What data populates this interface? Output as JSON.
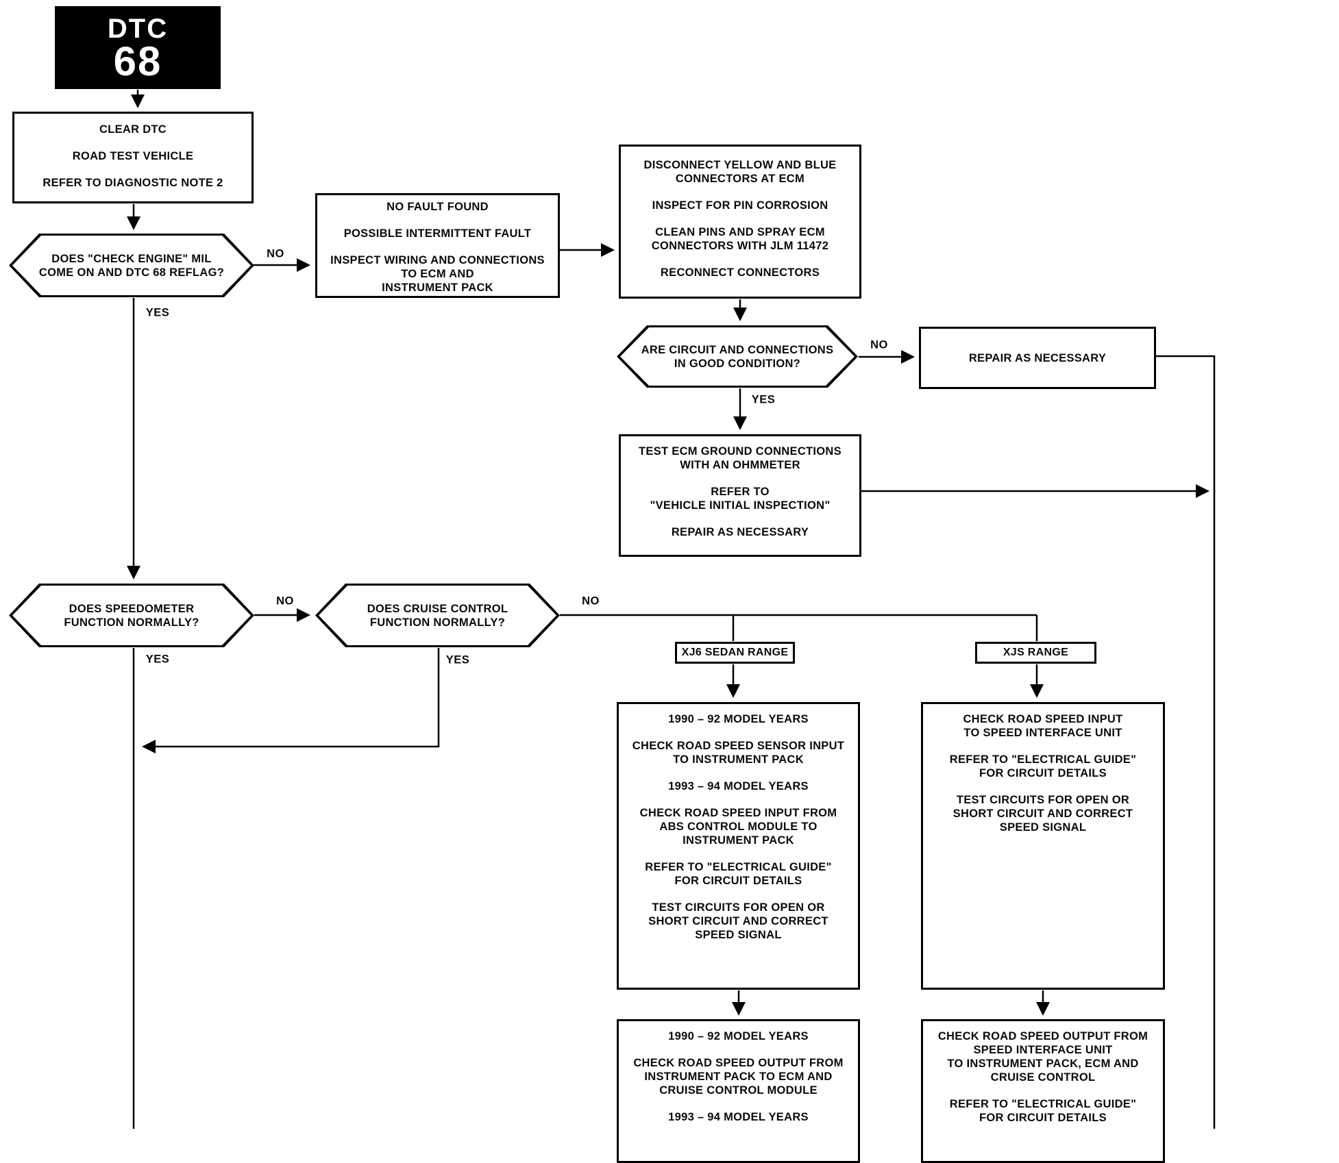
{
  "badge": {
    "code_label": "DTC",
    "code_number": "68"
  },
  "labels": {
    "yes": "YES",
    "no": "NO"
  },
  "nodes": {
    "clear_dtc": {
      "paragraphs": [
        [
          "CLEAR DTC"
        ],
        [
          "ROAD TEST VEHICLE"
        ],
        [
          "REFER TO DIAGNOSTIC NOTE 2"
        ]
      ]
    },
    "check_engine_decision": {
      "lines": [
        "DOES \"CHECK ENGINE\" MIL",
        "COME ON AND DTC 68 REFLAG?"
      ]
    },
    "no_fault": {
      "paragraphs": [
        [
          "NO FAULT FOUND"
        ],
        [
          "POSSIBLE INTERMITTENT FAULT"
        ],
        [
          "INSPECT WIRING AND CONNECTIONS",
          "TO ECM AND",
          "INSTRUMENT PACK"
        ]
      ]
    },
    "disconnect_connectors": {
      "paragraphs": [
        [
          "DISCONNECT YELLOW AND BLUE",
          "CONNECTORS AT ECM"
        ],
        [
          "INSPECT FOR PIN CORROSION"
        ],
        [
          "CLEAN PINS AND SPRAY ECM",
          "CONNECTORS WITH JLM 11472"
        ],
        [
          "RECONNECT CONNECTORS"
        ]
      ]
    },
    "circuit_condition_decision": {
      "lines": [
        "ARE CIRCUIT AND CONNECTIONS",
        "IN GOOD CONDITION?"
      ]
    },
    "repair_as_necessary": {
      "paragraphs": [
        [
          "REPAIR AS NECESSARY"
        ]
      ]
    },
    "test_ecm_ground": {
      "paragraphs": [
        [
          "TEST ECM GROUND CONNECTIONS",
          "WITH AN OHMMETER"
        ],
        [
          "REFER TO",
          "\"VEHICLE INITIAL INSPECTION\""
        ],
        [
          "REPAIR AS NECESSARY"
        ]
      ]
    },
    "speedometer_decision": {
      "lines": [
        "DOES SPEEDOMETER",
        "FUNCTION NORMALLY?"
      ]
    },
    "cruise_control_decision": {
      "lines": [
        "DOES CRUISE CONTROL",
        "FUNCTION NORMALLY?"
      ]
    },
    "xj6_range_tag": {
      "label": "XJ6 SEDAN RANGE"
    },
    "xjs_range_tag": {
      "label": "XJS RANGE"
    },
    "xj6_speed_input": {
      "paragraphs": [
        [
          "1990 – 92 MODEL YEARS"
        ],
        [
          "CHECK ROAD SPEED SENSOR INPUT",
          "TO INSTRUMENT PACK"
        ],
        [
          "1993 – 94 MODEL YEARS"
        ],
        [
          "CHECK ROAD SPEED INPUT FROM",
          "ABS CONTROL MODULE TO",
          "INSTRUMENT PACK"
        ],
        [
          "REFER TO \"ELECTRICAL GUIDE\"",
          "FOR CIRCUIT DETAILS"
        ],
        [
          "TEST CIRCUITS FOR OPEN OR",
          "SHORT CIRCUIT AND CORRECT",
          "SPEED SIGNAL"
        ]
      ]
    },
    "xjs_speed_input": {
      "paragraphs": [
        [
          "CHECK ROAD SPEED INPUT",
          "TO SPEED INTERFACE UNIT"
        ],
        [
          "REFER TO \"ELECTRICAL GUIDE\"",
          "FOR CIRCUIT DETAILS"
        ],
        [
          "TEST CIRCUITS FOR OPEN OR",
          "SHORT CIRCUIT AND CORRECT",
          "SPEED SIGNAL"
        ]
      ]
    },
    "xj6_speed_output": {
      "paragraphs": [
        [
          "1990 – 92 MODEL YEARS"
        ],
        [
          "CHECK ROAD SPEED OUTPUT FROM",
          "INSTRUMENT PACK TO ECM AND",
          "CRUISE CONTROL MODULE"
        ],
        [
          "1993 – 94 MODEL YEARS"
        ]
      ]
    },
    "xjs_speed_output": {
      "paragraphs": [
        [
          "CHECK ROAD SPEED OUTPUT FROM",
          "SPEED INTERFACE UNIT",
          "TO INSTRUMENT PACK, ECM AND",
          "CRUISE CONTROL"
        ],
        [
          "REFER TO \"ELECTRICAL GUIDE\"",
          "FOR CIRCUIT DETAILS"
        ]
      ]
    }
  },
  "colors": {
    "ink": "#000000",
    "paper": "#ffffff"
  }
}
